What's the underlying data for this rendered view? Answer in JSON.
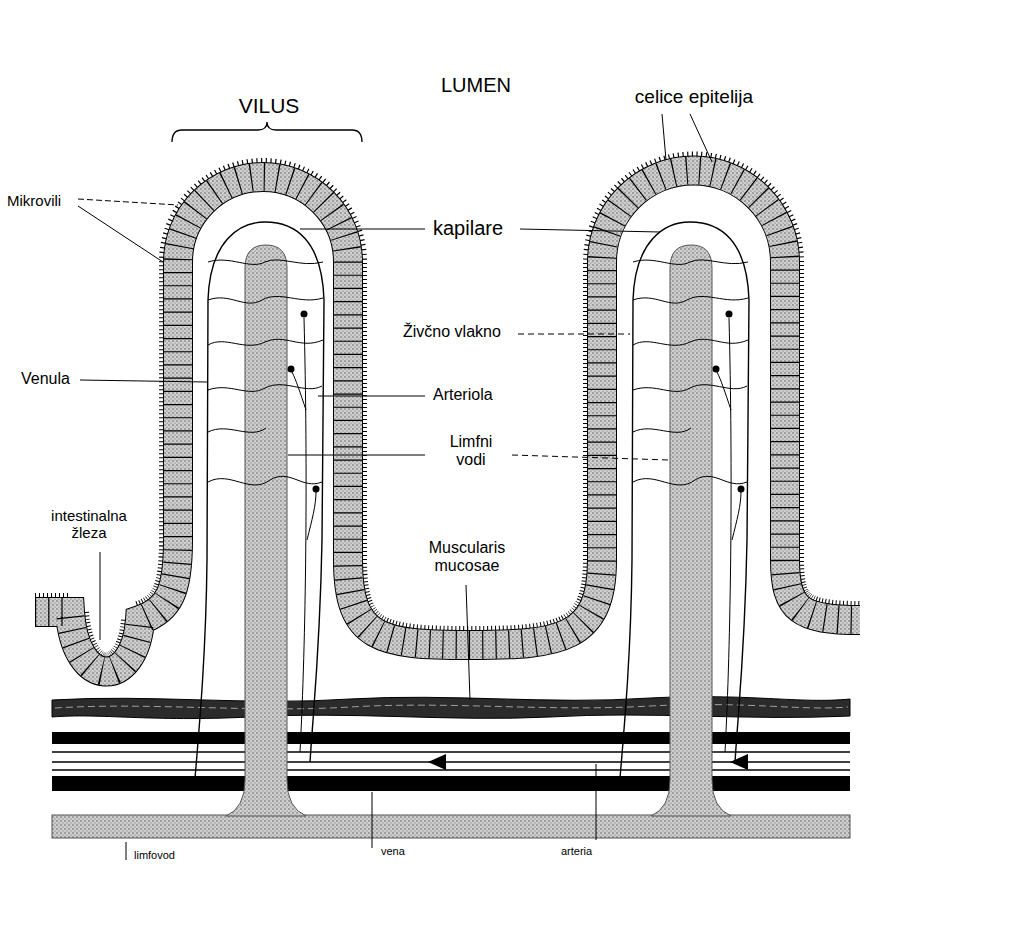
{
  "diagram": {
    "labels": [
      "VILUS",
      "LUMEN",
      "celice epitelija",
      "Mikrovili",
      "kapilare",
      "Živčno vlakno",
      "Venula",
      "Arteriola",
      "Limfni vodi",
      "intestinalna žleza",
      "Muscularis mucosae",
      "limfovod",
      "vena",
      "arteria"
    ]
  }
}
